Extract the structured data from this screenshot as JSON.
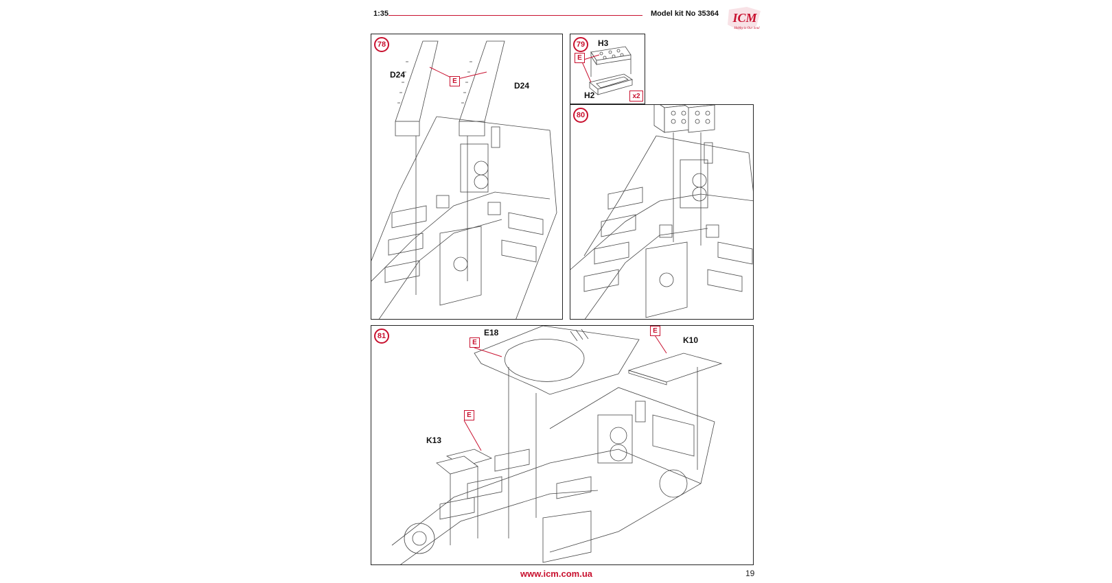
{
  "header": {
    "scale": "1:35",
    "kit": "Model kit No 35364",
    "logo_text": "ICM",
    "logo_tagline": "Hobby is Our Soul"
  },
  "steps": [
    {
      "number": "78",
      "labels": [
        "D24",
        "D24"
      ],
      "paint": "E"
    },
    {
      "number": "79",
      "labels": [
        "H3",
        "H2"
      ],
      "paint": "E",
      "multiplier": "x2"
    },
    {
      "number": "80"
    },
    {
      "number": "81",
      "labels": [
        "E18",
        "K10",
        "K13"
      ],
      "paint": [
        "E",
        "E",
        "E"
      ]
    }
  ],
  "footer": {
    "url": "www.icm.com.ua",
    "page": "19"
  },
  "colors": {
    "accent": "#c8102e",
    "line": "#444444"
  }
}
